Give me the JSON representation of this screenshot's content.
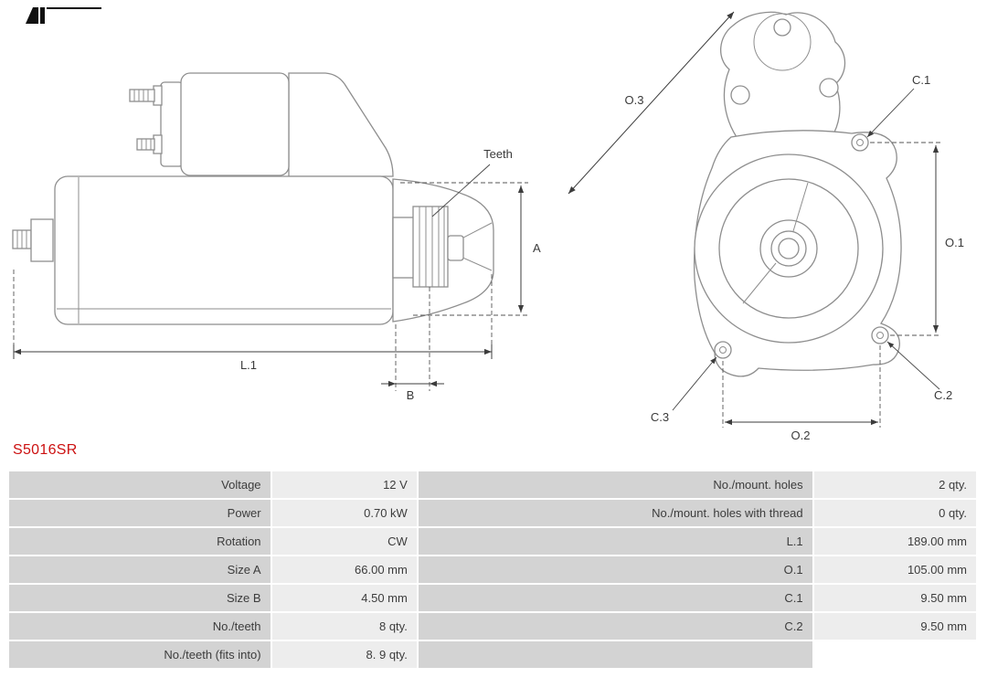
{
  "part_number": "S5016SR",
  "colors": {
    "part_number_red": "#cc1111",
    "label_cell_bg": "#d3d3d3",
    "value_cell_bg": "#ededed",
    "drawing_outline_gray": "#8e8e8e"
  },
  "drawing": {
    "side_view": {
      "teeth": "Teeth",
      "a": "A",
      "b": "B",
      "l1": "L.1"
    },
    "front_view": {
      "o1": "O.1",
      "o2": "O.2",
      "o3": "O.3",
      "c1": "C.1",
      "c2": "C.2",
      "c3": "C.3"
    }
  },
  "spec_table": {
    "rows": [
      {
        "label_left": "Voltage",
        "value_left": "12 V",
        "label_right": "No./mount. holes",
        "value_right": "2 qty."
      },
      {
        "label_left": "Power",
        "value_left": "0.70 kW",
        "label_right": "No./mount. holes with thread",
        "value_right": "0 qty."
      },
      {
        "label_left": "Rotation",
        "value_left": "CW",
        "label_right": "L.1",
        "value_right": "189.00 mm"
      },
      {
        "label_left": "Size A",
        "value_left": "66.00 mm",
        "label_right": "O.1",
        "value_right": "105.00 mm"
      },
      {
        "label_left": "Size B",
        "value_left": "4.50 mm",
        "label_right": "C.1",
        "value_right": "9.50 mm"
      },
      {
        "label_left": "No./teeth",
        "value_left": "8 qty.",
        "label_right": "C.2",
        "value_right": "9.50 mm"
      },
      {
        "label_left": "No./teeth (fits into)",
        "value_left": "8. 9 qty.",
        "label_right": "",
        "value_right": ""
      }
    ]
  }
}
